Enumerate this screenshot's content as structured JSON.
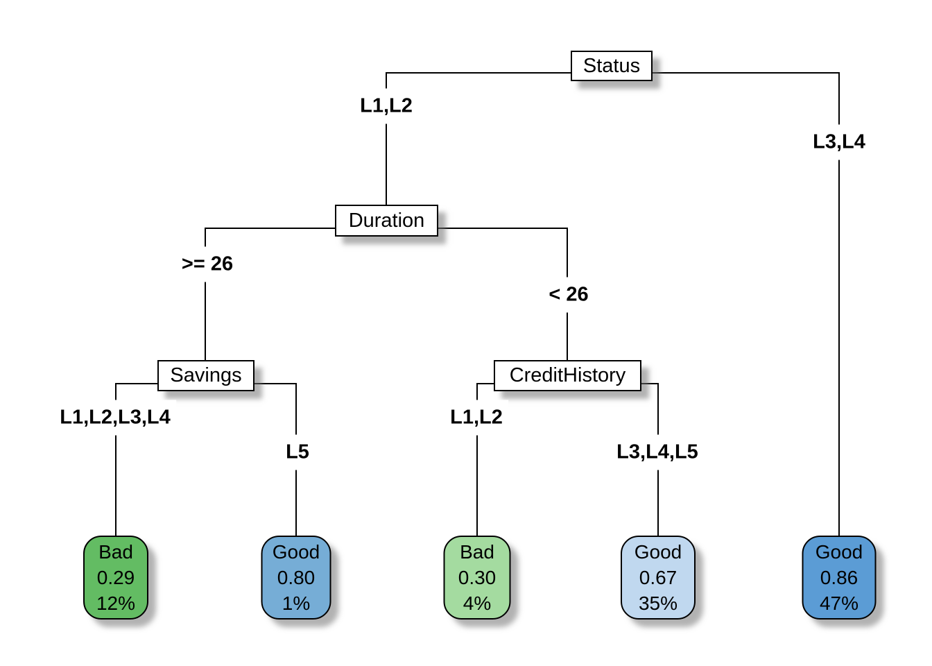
{
  "diagram_type": "decision-tree",
  "background": "#ffffff",
  "line_color": "#000000",
  "nodes": {
    "root": {
      "label": "Status"
    },
    "duration": {
      "label": "Duration"
    },
    "savings": {
      "label": "Savings"
    },
    "credit_history": {
      "label": "CreditHistory"
    }
  },
  "edge_labels": {
    "status_to_duration": "L1,L2",
    "status_to_leaf5": "L3,L4",
    "duration_to_savings": ">= 26",
    "duration_to_credit_history": "< 26",
    "savings_to_leaf1": "L1,L2,L3,L4",
    "savings_to_leaf2": "L5",
    "credit_history_to_leaf3": "L1,L2",
    "credit_history_to_leaf4": "L3,L4,L5"
  },
  "leaves": [
    {
      "label": "Bad",
      "value": "0.29",
      "percent": "12%",
      "fill": "#63BC63"
    },
    {
      "label": "Good",
      "value": "0.80",
      "percent": "1%",
      "fill": "#76ADD6"
    },
    {
      "label": "Bad",
      "value": "0.30",
      "percent": "4%",
      "fill": "#A4DBA0"
    },
    {
      "label": "Good",
      "value": "0.67",
      "percent": "35%",
      "fill": "#C0D8EF"
    },
    {
      "label": "Good",
      "value": "0.86",
      "percent": "47%",
      "fill": "#5B9CD5"
    }
  ]
}
